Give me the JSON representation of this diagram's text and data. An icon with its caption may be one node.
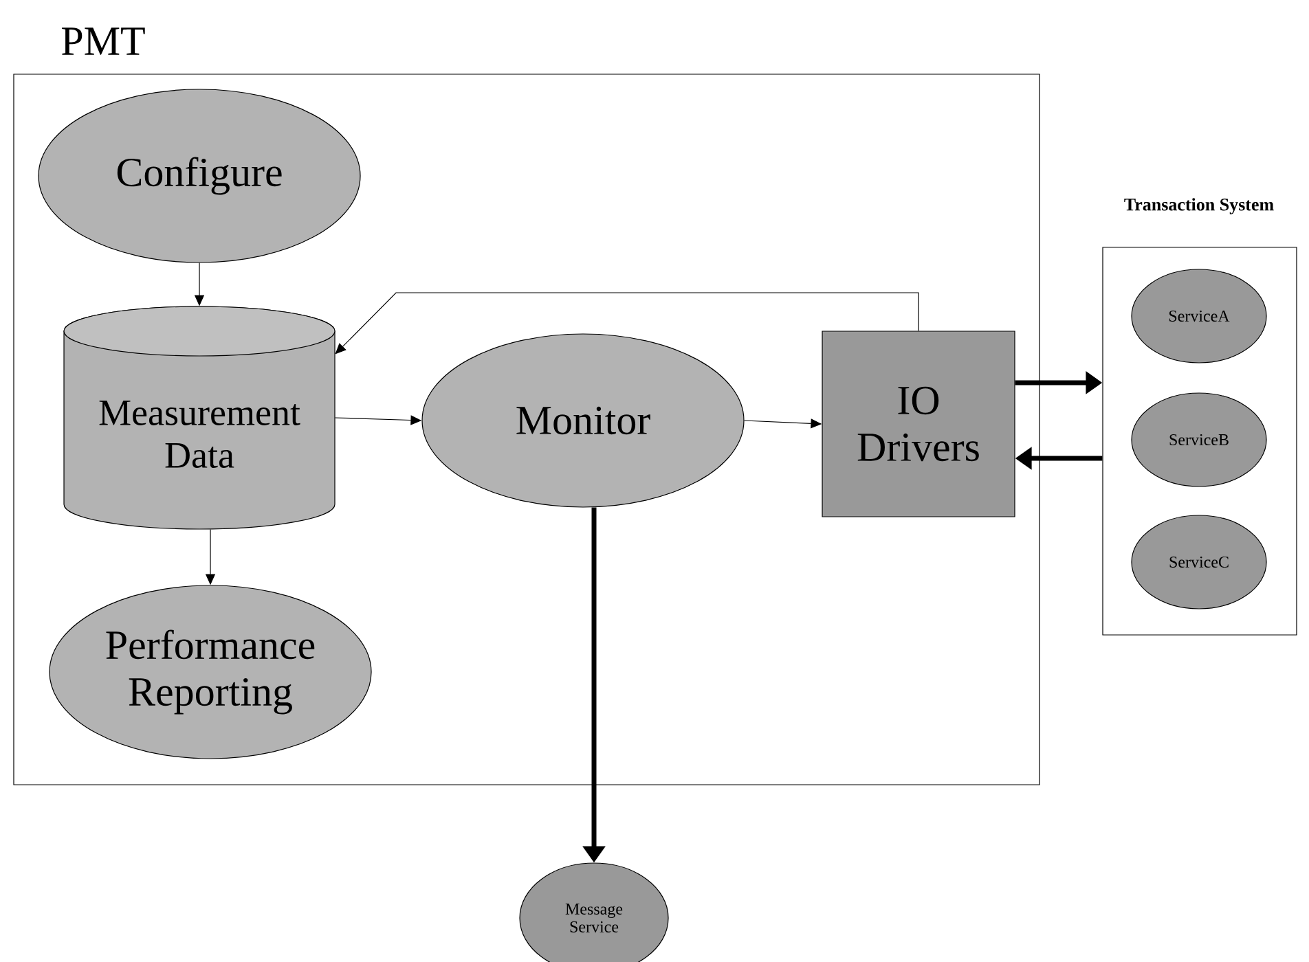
{
  "diagram": {
    "nodes": [
      {
        "text": [
          "PMT"
        ]
      },
      {
        "text": [
          "Configure"
        ],
        "in": 0
      },
      {
        "text": [
          "Measurement Data"
        ],
        "in": 0
      },
      {
        "text": [
          "Monitor"
        ],
        "in": 0
      },
      {
        "text": [
          "IO Drivers"
        ],
        "in": 0
      },
      {
        "text": [
          "Performance Reporting"
        ],
        "in": 0
      },
      {
        "text": [
          "Transaction System"
        ]
      },
      {
        "text": [
          "ServiceA"
        ],
        "in": 6
      },
      {
        "text": [
          "ServiceB"
        ],
        "in": 6
      },
      {
        "text": [
          "ServiceC"
        ],
        "in": 6
      },
      {
        "text": [
          "Message Service"
        ]
      }
    ],
    "edges": [
      {
        "from": 1,
        "to": 2,
        "arrow": "to"
      },
      {
        "from": 2,
        "to": 5,
        "arrow": "to"
      },
      {
        "from": 2,
        "to": 3,
        "arrow": "to"
      },
      {
        "from": 3,
        "to": 4,
        "arrow": "to"
      },
      {
        "from": 4,
        "to": 2,
        "arrow": "to"
      },
      {
        "from": 4,
        "to": 6,
        "arrow": "to",
        "style": "thick"
      },
      {
        "from": 6,
        "to": 4,
        "arrow": "to",
        "style": "thick"
      },
      {
        "from": 3,
        "to": 10,
        "arrow": "to",
        "style": "thick"
      }
    ]
  }
}
